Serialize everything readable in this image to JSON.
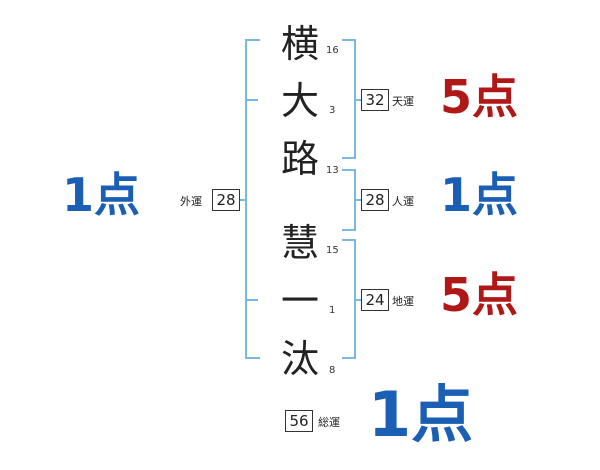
{
  "colors": {
    "blue": "#1a5fb4",
    "red": "#b01818",
    "bracket": "#7ab8e0"
  },
  "name_chars": [
    {
      "char": "横",
      "strokes": "16"
    },
    {
      "char": "大",
      "strokes": "3"
    },
    {
      "char": "路",
      "strokes": "13"
    },
    {
      "char": "慧",
      "strokes": "15"
    },
    {
      "char": "一",
      "strokes": "1"
    },
    {
      "char": "汰",
      "strokes": "8"
    }
  ],
  "unkaku": {
    "gaikaku": {
      "label": "外運",
      "value": "28",
      "score": "1",
      "unit": "点"
    },
    "tenkaku": {
      "label": "天運",
      "value": "32",
      "score": "5",
      "unit": "点"
    },
    "jinkaku": {
      "label": "人運",
      "value": "28",
      "score": "1",
      "unit": "点"
    },
    "chikaku": {
      "label": "地運",
      "value": "24",
      "score": "5",
      "unit": "点"
    },
    "soukaku": {
      "label": "総運",
      "value": "56",
      "score": "1",
      "unit": "点"
    }
  }
}
